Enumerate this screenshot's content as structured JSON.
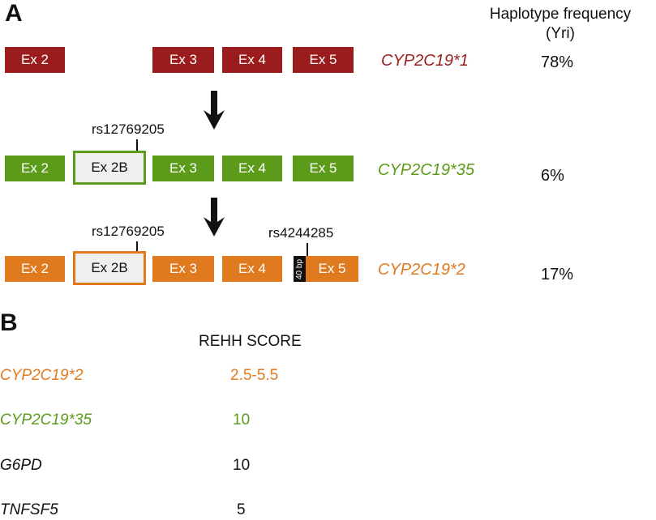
{
  "panel_a": {
    "letter": "A",
    "freq_header_line1": "Haplotype frequency",
    "freq_header_line2": "(Yri)",
    "rows": [
      {
        "haplotype": "CYP2C19*1",
        "frequency": "78%",
        "color": "#9b1c1c",
        "exons": [
          "Ex 2",
          "Ex 3",
          "Ex 4",
          "Ex 5"
        ]
      },
      {
        "haplotype": "CYP2C19*35",
        "frequency": "6%",
        "color": "#5c9a1a",
        "snp": "rs12769205",
        "exons": [
          "Ex 2",
          "Ex 2B",
          "Ex 3",
          "Ex 4",
          "Ex 5"
        ]
      },
      {
        "haplotype": "CYP2C19*2",
        "frequency": "17%",
        "color": "#e07a1f",
        "snp": "rs12769205",
        "snp2": "rs4244285",
        "insert_label": "40 bp",
        "exons": [
          "Ex 2",
          "Ex 2B",
          "Ex 3",
          "Ex 4",
          "Ex 5"
        ]
      }
    ]
  },
  "panel_b": {
    "letter": "B",
    "column_header": "REHH SCORE",
    "rows": [
      {
        "name": "CYP2C19*2",
        "score": "2.5-5.5",
        "color": "#e07a1f"
      },
      {
        "name": "CYP2C19*35",
        "score": "10",
        "color": "#5c9a1a"
      },
      {
        "name": "G6PD",
        "score": "10",
        "color": "#111111"
      },
      {
        "name": "TNFSF5",
        "score": "5",
        "color": "#111111"
      }
    ]
  }
}
